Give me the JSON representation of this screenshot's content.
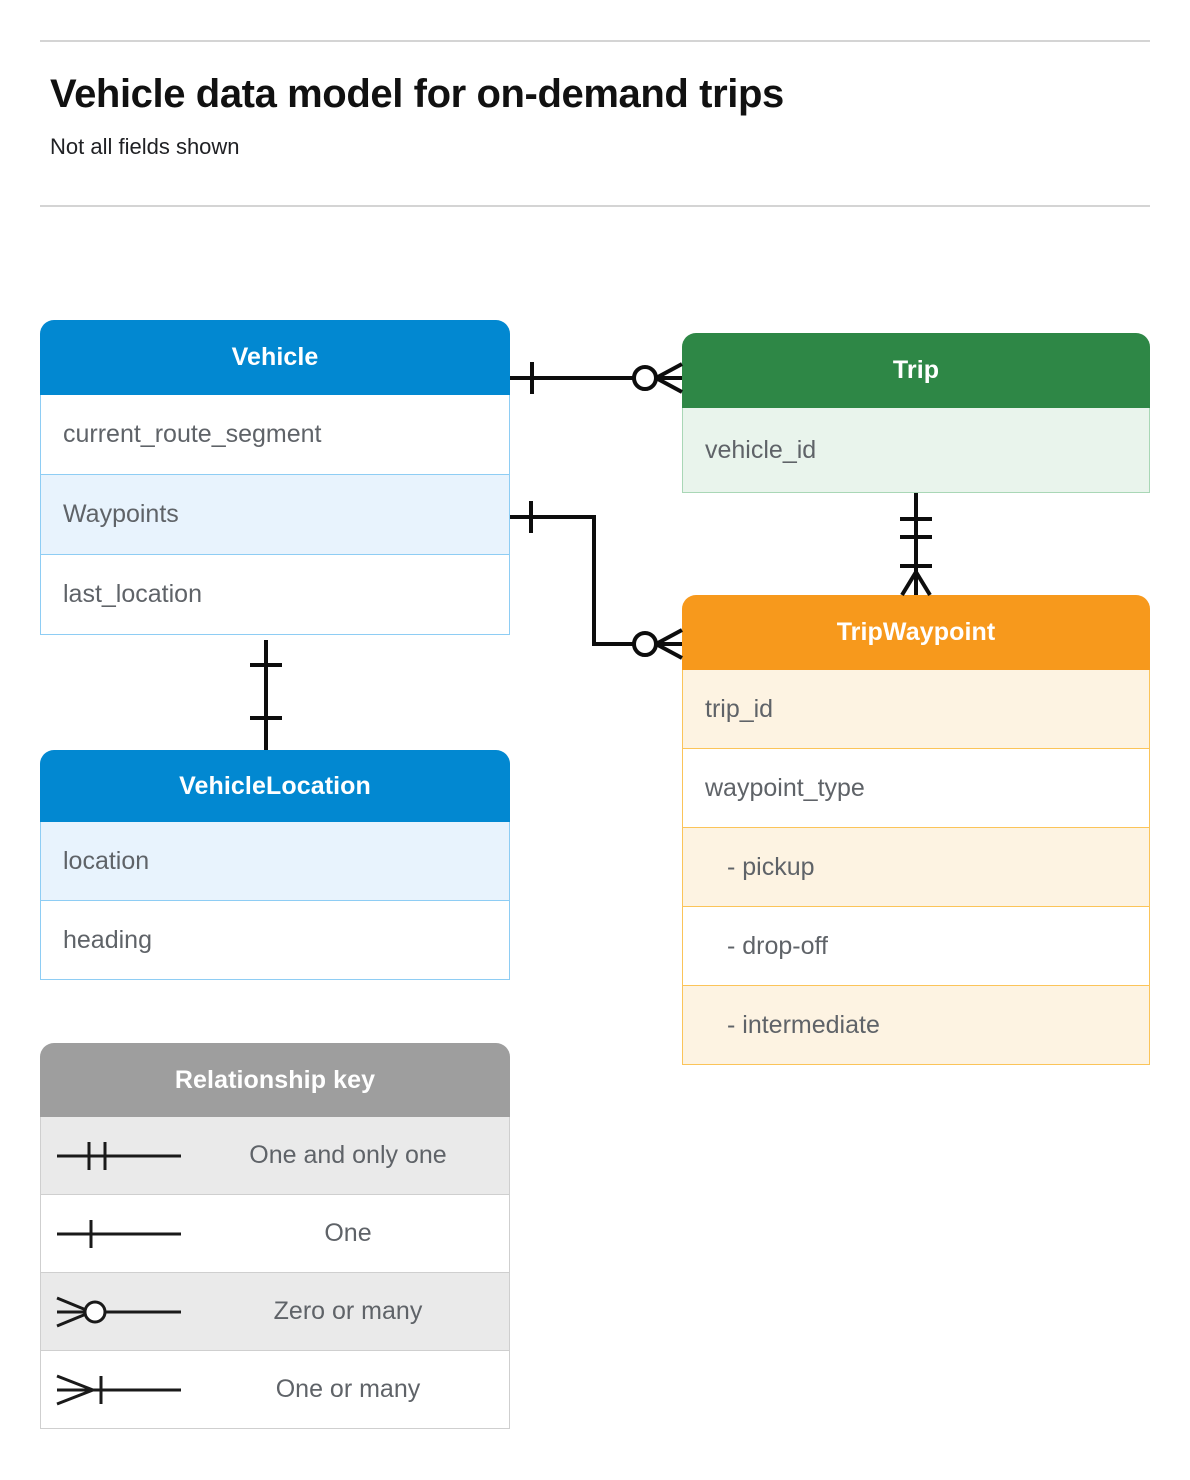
{
  "header": {
    "title": "Vehicle data model for on-demand trips",
    "subtitle": "Not all fields shown"
  },
  "entities": {
    "vehicle": {
      "name": "Vehicle",
      "color": "#0288d1",
      "fields": [
        "current_route_segment",
        "Waypoints",
        "last_location"
      ]
    },
    "trip": {
      "name": "Trip",
      "color": "#2e8746",
      "fields": [
        "vehicle_id"
      ]
    },
    "trip_waypoint": {
      "name": "TripWaypoint",
      "color": "#f7991c",
      "fields": [
        "trip_id",
        "waypoint_type",
        "-  pickup",
        "-  drop-off",
        "-  intermediate"
      ]
    },
    "vehicle_location": {
      "name": "VehicleLocation",
      "color": "#0288d1",
      "fields": [
        "location",
        "heading"
      ]
    }
  },
  "legend": {
    "title": "Relationship key",
    "color": "#9e9e9e",
    "items": [
      {
        "symbol": "one-and-only-one-icon",
        "label": "One and only one"
      },
      {
        "symbol": "one-icon",
        "label": "One"
      },
      {
        "symbol": "zero-or-many-icon",
        "label": "Zero or many"
      },
      {
        "symbol": "one-or-many-icon",
        "label": "One or many"
      }
    ]
  },
  "relationships": [
    {
      "from": "Vehicle",
      "to": "Trip",
      "from_cardinality": "One",
      "to_cardinality": "Zero or many"
    },
    {
      "from": "Vehicle.Waypoints",
      "to": "TripWaypoint",
      "from_cardinality": "One",
      "to_cardinality": "Zero or many"
    },
    {
      "from": "Trip",
      "to": "TripWaypoint",
      "from_cardinality": "One and only one",
      "to_cardinality": "One or many"
    },
    {
      "from": "Vehicle",
      "to": "VehicleLocation",
      "from_cardinality": "One",
      "to_cardinality": "One"
    }
  ]
}
